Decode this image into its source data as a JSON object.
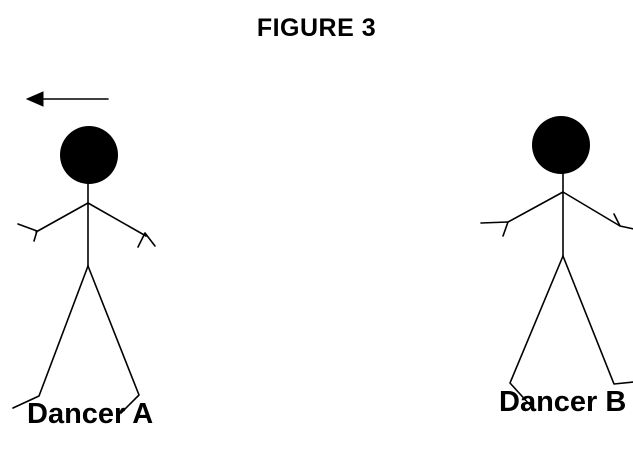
{
  "title": "FIGURE 3",
  "dancers": [
    {
      "label": "Dancer A",
      "motion": "arrow pointing left"
    },
    {
      "label": "Dancer B"
    }
  ],
  "colors": {
    "ink": "#000000",
    "background": "#ffffff"
  },
  "icons": [
    "left-arrow-icon"
  ]
}
